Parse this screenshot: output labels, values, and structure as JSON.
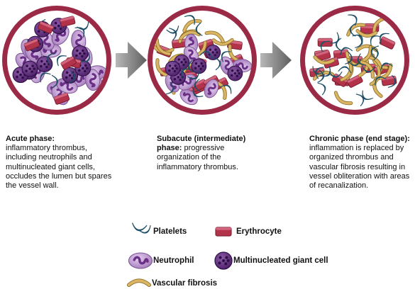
{
  "colors": {
    "vessel_wall": "#9a2a45",
    "lumen": "#ffffff",
    "erythrocyte": "#b3334a",
    "erythrocyte_dark": "#7a1d30",
    "neutrophil_body": "#b58ac8",
    "neutrophil_nucleus": "#6a2f86",
    "giant_cell": "#5a2a78",
    "giant_cell_nuclei": "#2d0f45",
    "platelet": "#7cc3dd",
    "platelet_dark": "#1d4f66",
    "fibrosis": "#d9b564",
    "fibrosis_dark": "#8a6a22",
    "arrow": "#7a7a7a"
  },
  "phases": [
    {
      "title": "Acute phase:",
      "text": "inflammatory thrombus, including neutrophils and multinucleated giant cells, occludes the lumen but spares the vessel wall."
    },
    {
      "title": "Subacute (intermediate) phase:",
      "text": "progressive organization of the inflammatory thrombus."
    },
    {
      "title": "Chronic phase (end stage):",
      "text": "inflammation is replaced by organized thrombus and vascular fibrosis resulting in vessel obliteration with areas of recanalization."
    }
  ],
  "legend": {
    "platelets": "Platelets",
    "erythrocyte": "Erythrocyte",
    "neutrophil": "Neutrophil",
    "giant_cell": "Multinucleated giant cell",
    "fibrosis": "Vascular fibrosis"
  }
}
